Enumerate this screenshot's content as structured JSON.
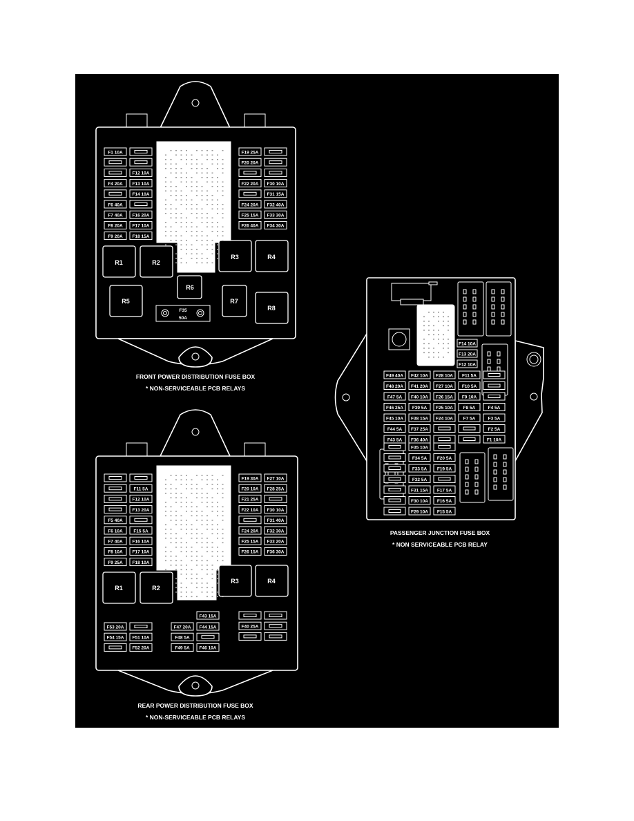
{
  "front_box": {
    "title": "FRONT POWER DISTRIBUTION FUSE BOX",
    "note": "* NON-SERVICEABLE PCB RELAYS",
    "relays": [
      "R1",
      "R2",
      "R3",
      "R4",
      "R5",
      "R6",
      "R7",
      "R8"
    ],
    "left_fuses": [
      [
        "F1 10A",
        ""
      ],
      [
        "",
        ""
      ],
      [
        "",
        "F12 10A"
      ],
      [
        "F4 20A",
        "F13 10A"
      ],
      [
        "",
        "F14 10A"
      ],
      [
        "F6 40A",
        ""
      ],
      [
        "F7 40A",
        "F16 20A"
      ],
      [
        "F8 20A",
        "F17 10A"
      ],
      [
        "F9 20A",
        "F18 15A"
      ]
    ],
    "right_fuses": [
      [
        "F19 25A",
        ""
      ],
      [
        "F20 20A",
        ""
      ],
      [
        "",
        ""
      ],
      [
        "F22 20A",
        "F30 10A"
      ],
      [
        "",
        "F31 15A"
      ],
      [
        "F24 20A",
        "F32 40A"
      ],
      [
        "F25 15A",
        "F33 30A"
      ],
      [
        "F26 40A",
        "F34 30A"
      ]
    ],
    "center_fuse": [
      "F35",
      "50A"
    ]
  },
  "rear_box": {
    "title": "REAR POWER DISTRIBUTION FUSE BOX",
    "note": "* NON-SERVICEABLE PCB RELAYS",
    "relays": [
      "R1",
      "R2",
      "R3",
      "R4"
    ],
    "left_fuses": [
      [
        "",
        ""
      ],
      [
        "",
        "F11 5A"
      ],
      [
        "",
        "F12 10A"
      ],
      [
        "",
        "F13 20A"
      ],
      [
        "F5 40A",
        ""
      ],
      [
        "F6 10A",
        "F15 5A"
      ],
      [
        "F7 40A",
        "F16 10A"
      ],
      [
        "F8 10A",
        "F17 10A"
      ],
      [
        "F9 25A",
        "F18 10A"
      ]
    ],
    "right_fuses": [
      [
        "F19 30A",
        "F27 10A"
      ],
      [
        "F20 10A",
        "F28 25A"
      ],
      [
        "F21 25A",
        ""
      ],
      [
        "F22 10A",
        "F30 10A"
      ],
      [
        "",
        "F31 40A"
      ],
      [
        "F24 20A",
        "F32 30A"
      ],
      [
        "F25 15A",
        "F33 20A"
      ],
      [
        "F26 15A",
        "F36 30A"
      ]
    ],
    "bottom_fuses": {
      "left": [
        [
          "F53 20A",
          ""
        ],
        [
          "F54 15A",
          "F51 10A"
        ],
        [
          "",
          "F52 20A"
        ]
      ],
      "middle_top": "F43 15A",
      "middle": [
        [
          "F47 20A",
          "F44 15A"
        ],
        [
          "F48 5A",
          ""
        ],
        [
          "F49 5A",
          "F46 10A"
        ]
      ],
      "right": [
        [
          "",
          ""
        ],
        [
          "F40 25A",
          ""
        ],
        [
          "",
          ""
        ]
      ]
    }
  },
  "passenger_box": {
    "title": "PASSENGER JUNCTION FUSE BOX",
    "note": "* NON SERVICEABLE PCB RELAY",
    "top_right_fuses": [
      "F14 10A",
      "F13 20A",
      "F12 10A"
    ],
    "grid": [
      [
        "F49 40A",
        "F42 10A",
        "F28 10A",
        "F11 5A",
        ""
      ],
      [
        "F48 20A",
        "F41 20A",
        "F27 10A",
        "F10 5A",
        ""
      ],
      [
        "F47 5A",
        "F40 10A",
        "F26 15A",
        "F9 10A",
        ""
      ],
      [
        "F46 25A",
        "F39 5A",
        "F25 10A",
        "F8 5A",
        "F4 5A"
      ],
      [
        "F45 10A",
        "F38 15A",
        "F24 10A",
        "F7 5A",
        "F3 5A"
      ],
      [
        "F44 5A",
        "F37 25A",
        "",
        "",
        "F2 5A"
      ],
      [
        "F43 5A",
        "F36 40A",
        "",
        "",
        "F1 10A"
      ]
    ],
    "lower_fuses": [
      [
        "",
        "F35 10A",
        ""
      ],
      [
        "",
        "F34 5A",
        "F20 5A"
      ],
      [
        "",
        "F33 5A",
        "F19 5A"
      ],
      [
        "",
        "F32 5A",
        ""
      ],
      [
        "",
        "F31 15A",
        "F17 5A"
      ],
      [
        "",
        "F30 10A",
        "F16 5A"
      ],
      [
        "",
        "F29 10A",
        "F15 5A"
      ]
    ]
  }
}
